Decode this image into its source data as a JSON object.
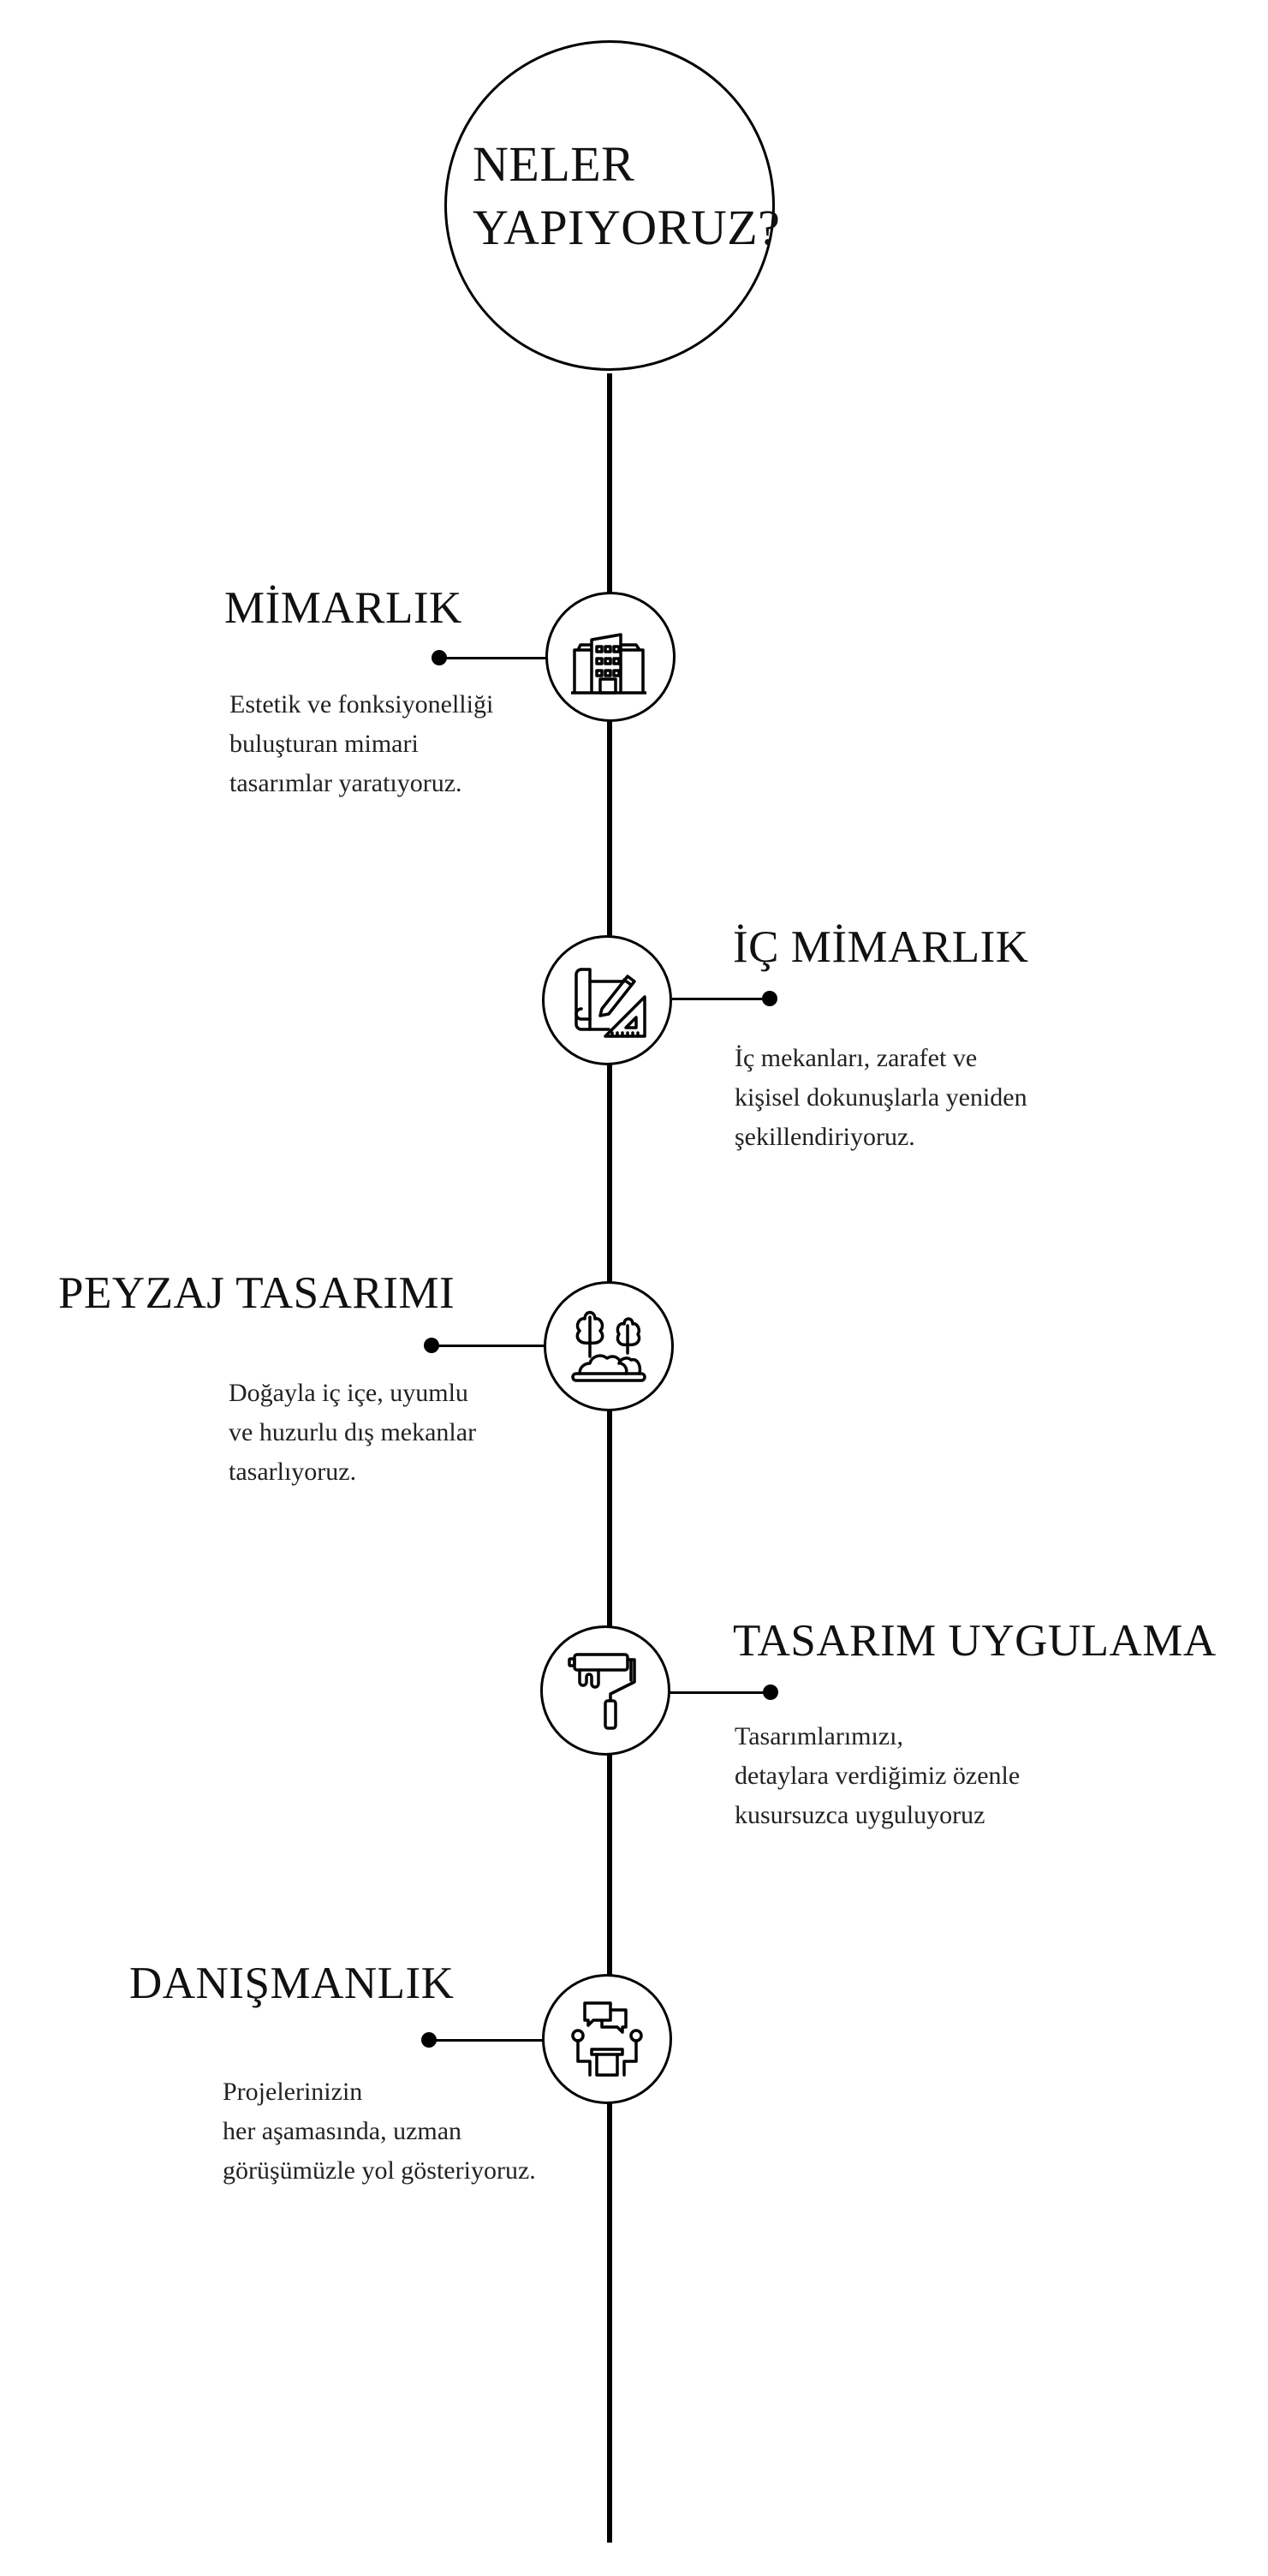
{
  "header": {
    "title": "NELER\nYAPIYORUZ?"
  },
  "services": [
    {
      "title": "MİMARLIK",
      "description": "Estetik ve fonksiyonelliği\nbuluşturan mimari\ntasarımlar yaratıyoruz.",
      "icon": "building-icon",
      "side": "left"
    },
    {
      "title": "İÇ MİMARLIK",
      "description": "İç mekanları, zarafet ve\nkişisel dokunuşlarla yeniden\nşekillendiriyoruz.",
      "icon": "blueprint-pencil-ruler-icon",
      "side": "right"
    },
    {
      "title": "PEYZAJ TASARIMI",
      "description": "Doğayla iç içe, uyumlu\nve huzurlu dış mekanlar\ntasarlıyoruz.",
      "icon": "trees-landscape-icon",
      "side": "left"
    },
    {
      "title": "TASARIM UYGULAMA",
      "description": "Tasarımlarımızı,\ndetaylara verdiğimiz özenle\nkusursuzca uyguluyoruz",
      "icon": "paint-roller-icon",
      "side": "right"
    },
    {
      "title": "DANIŞMANLIK",
      "description": "Projelerinizin\nher aşamasında, uzman\ngörüşümüzle yol gösteriyoruz.",
      "icon": "consultation-meeting-icon",
      "side": "left"
    }
  ],
  "colors": {
    "line": "#000000",
    "text": "#111111",
    "background": "#ffffff"
  }
}
